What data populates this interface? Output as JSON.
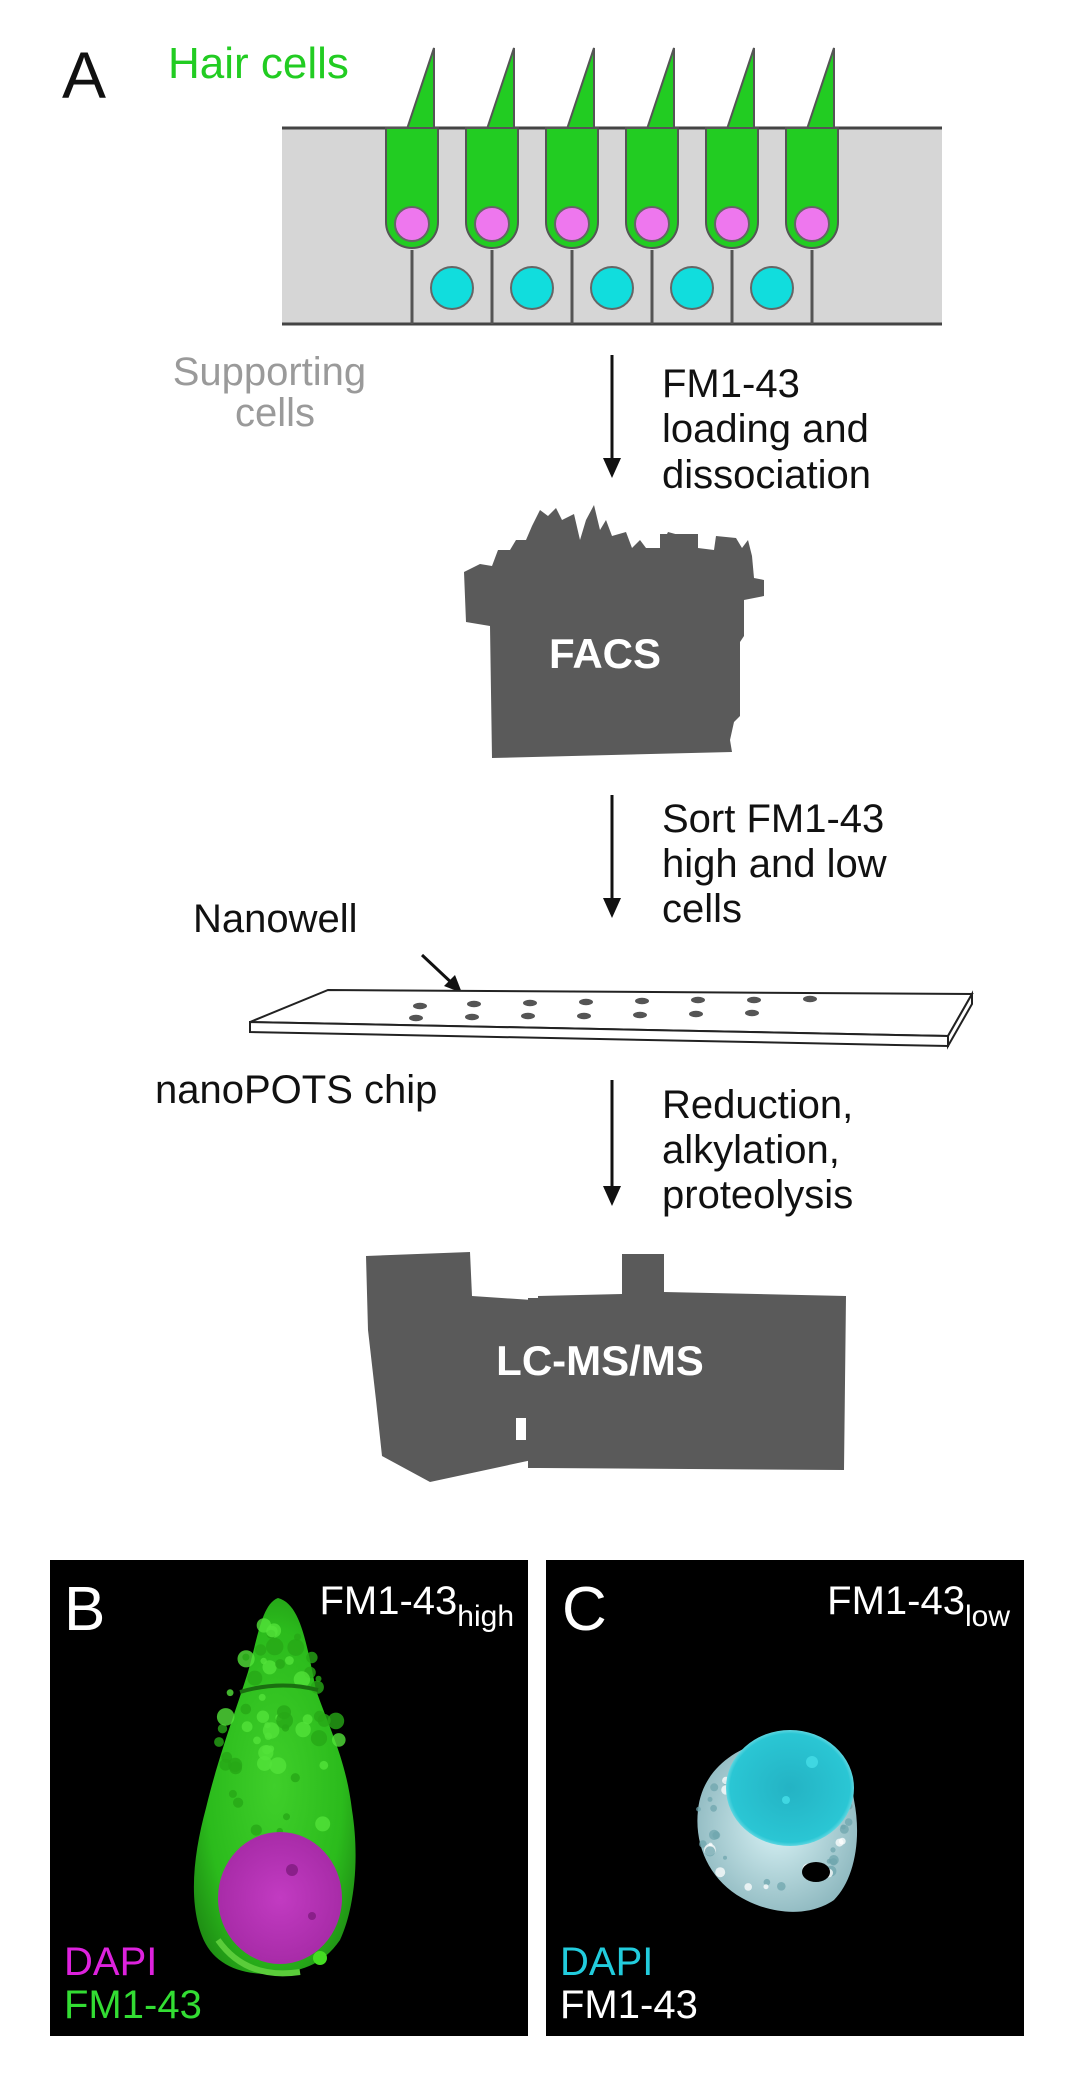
{
  "panel_a": {
    "letter": "A",
    "hair_cells_label": "Hair cells",
    "supporting_cells_label": [
      "Supporting",
      "cells"
    ],
    "step1_text": [
      "FM1-43",
      "loading and",
      "dissociation"
    ],
    "facs_label": "FACS",
    "step2_text": [
      "Sort FM1-43",
      "high and low",
      "cells"
    ],
    "nanowell_label": "Nanowell",
    "chip_label": "nanoPOTS chip",
    "step3_text": [
      "Reduction,",
      "alkylation,",
      "proteolysis"
    ],
    "lcms_label": "LC-MS/MS"
  },
  "panel_b": {
    "letter": "B",
    "title_main": "FM1-43",
    "title_sub": "high",
    "legend_line1": "DAPI",
    "legend_line2": "FM1-43"
  },
  "panel_c": {
    "letter": "C",
    "title_main": "FM1-43",
    "title_sub": "low",
    "legend_line1": "DAPI",
    "legend_line2": "FM1-43"
  },
  "colors": {
    "hair_cell_green": "#22cc22",
    "hair_cell_nucleus_magenta": "#ee77ee",
    "supporting_nucleus_cyan": "#11dddd",
    "epithelium_gray": "#d6d6d6",
    "instrument_gray": "#5a5a5a",
    "supporting_label_gray": "#9a9a9a",
    "dapi_magenta": "#dd22dd",
    "fm143_green": "#33dd33",
    "dapi_cyan": "#22ccdd"
  }
}
